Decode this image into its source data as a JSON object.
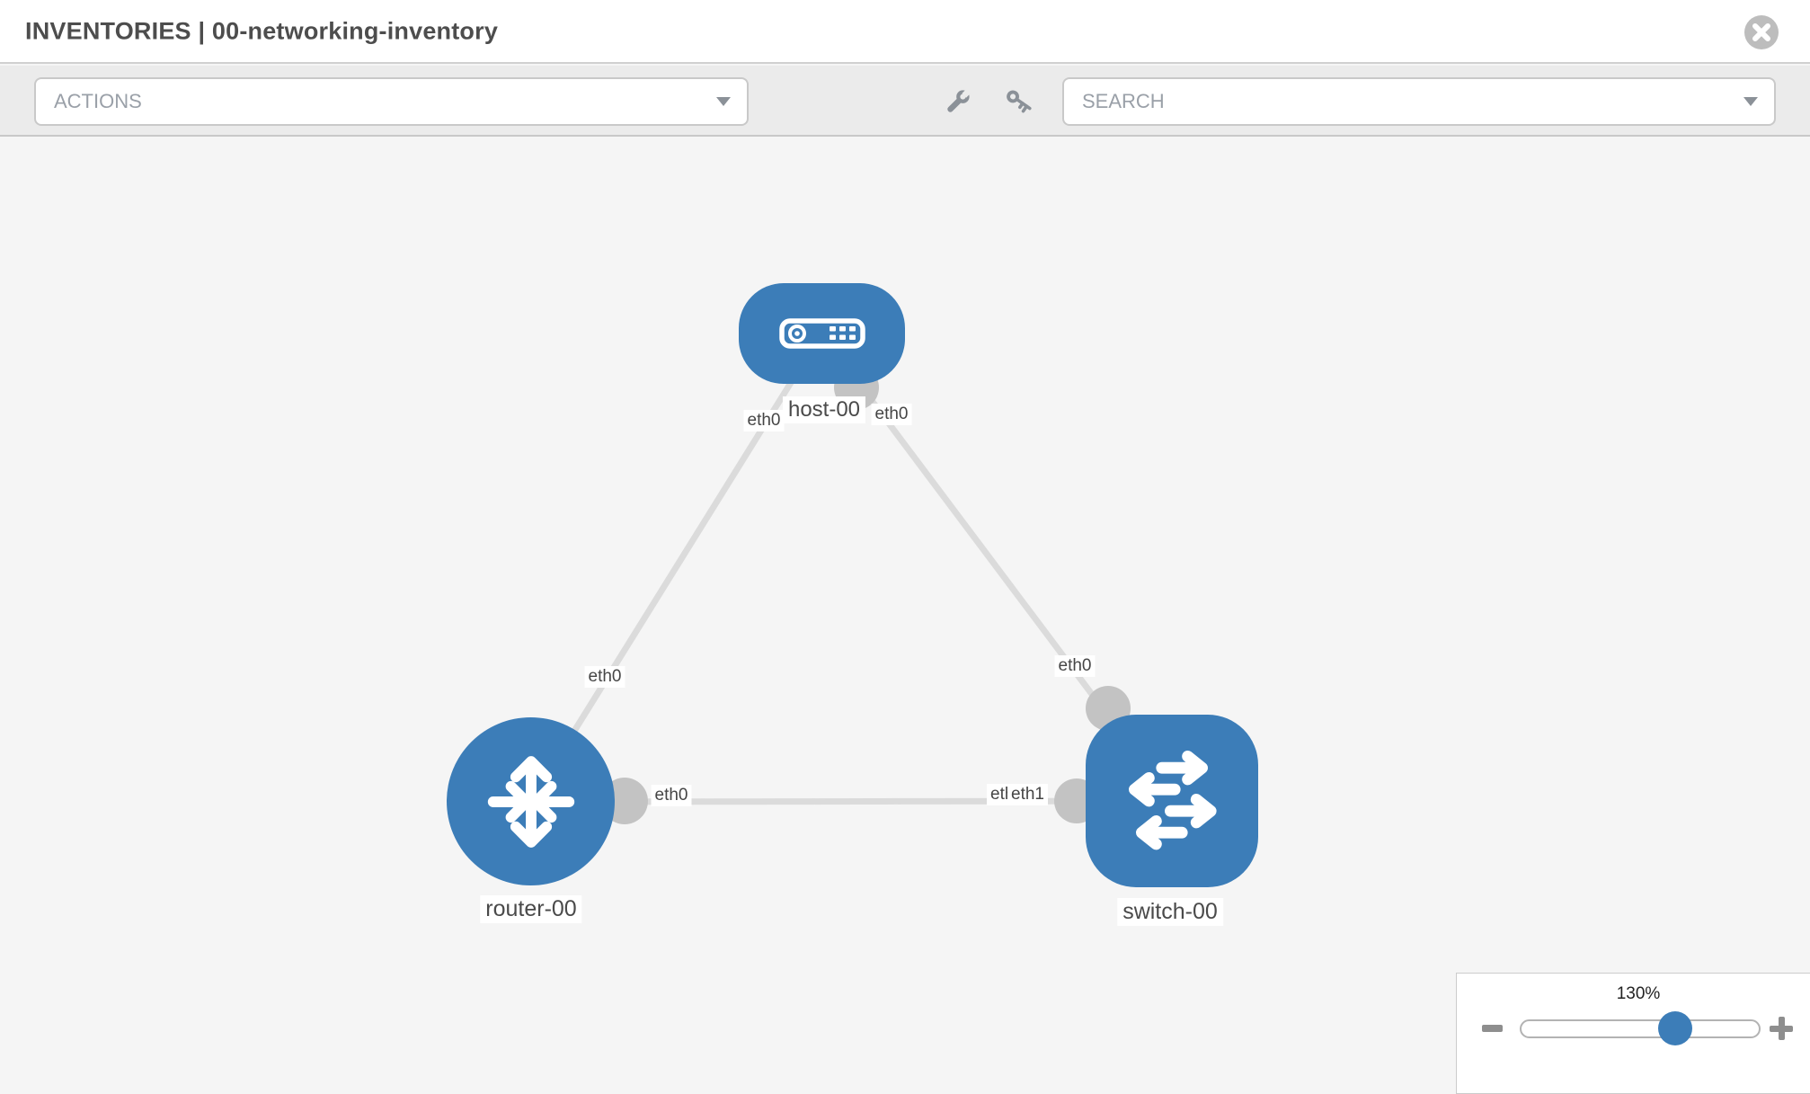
{
  "header": {
    "title": "INVENTORIES | 00-networking-inventory"
  },
  "toolbar": {
    "actions_label": "ACTIONS",
    "search_placeholder": "SEARCH"
  },
  "icons": {
    "close": "x-in-gray-circle",
    "wrench": "wrench",
    "key": "key",
    "dropdown_caret": "chevron-down-triangle",
    "zoom_out": "minus-bar",
    "zoom_in": "plus-cross"
  },
  "topology": {
    "nodes": [
      {
        "label": "host-00",
        "type": "host"
      },
      {
        "label": "router-00",
        "type": "router"
      },
      {
        "label": "switch-00",
        "type": "switch"
      }
    ],
    "links": [
      {
        "source": "host-00",
        "target": "router-00",
        "source_interface": "eth0",
        "target_interface": "eth0"
      },
      {
        "source": "host-00",
        "target": "switch-00",
        "source_interface": "eth0",
        "target_interface": "eth0"
      },
      {
        "source": "router-00",
        "target": "switch-00",
        "source_interface": "eth0",
        "target_interface": "eth1"
      }
    ],
    "overlapping_labels_at_switch": {
      "back": "eth0",
      "front": "eth1"
    }
  },
  "zoom_control": {
    "value": "130%"
  },
  "colors": {
    "node_blue": "#3c7db8",
    "edge_gray": "#dbdbdb",
    "connector_gray": "#c3c3c3",
    "toolbar_bg": "#ebebeb",
    "canvas_bg": "#f5f5f5",
    "icon_gray": "#8b9198",
    "label_text": "#4a4a4a"
  }
}
